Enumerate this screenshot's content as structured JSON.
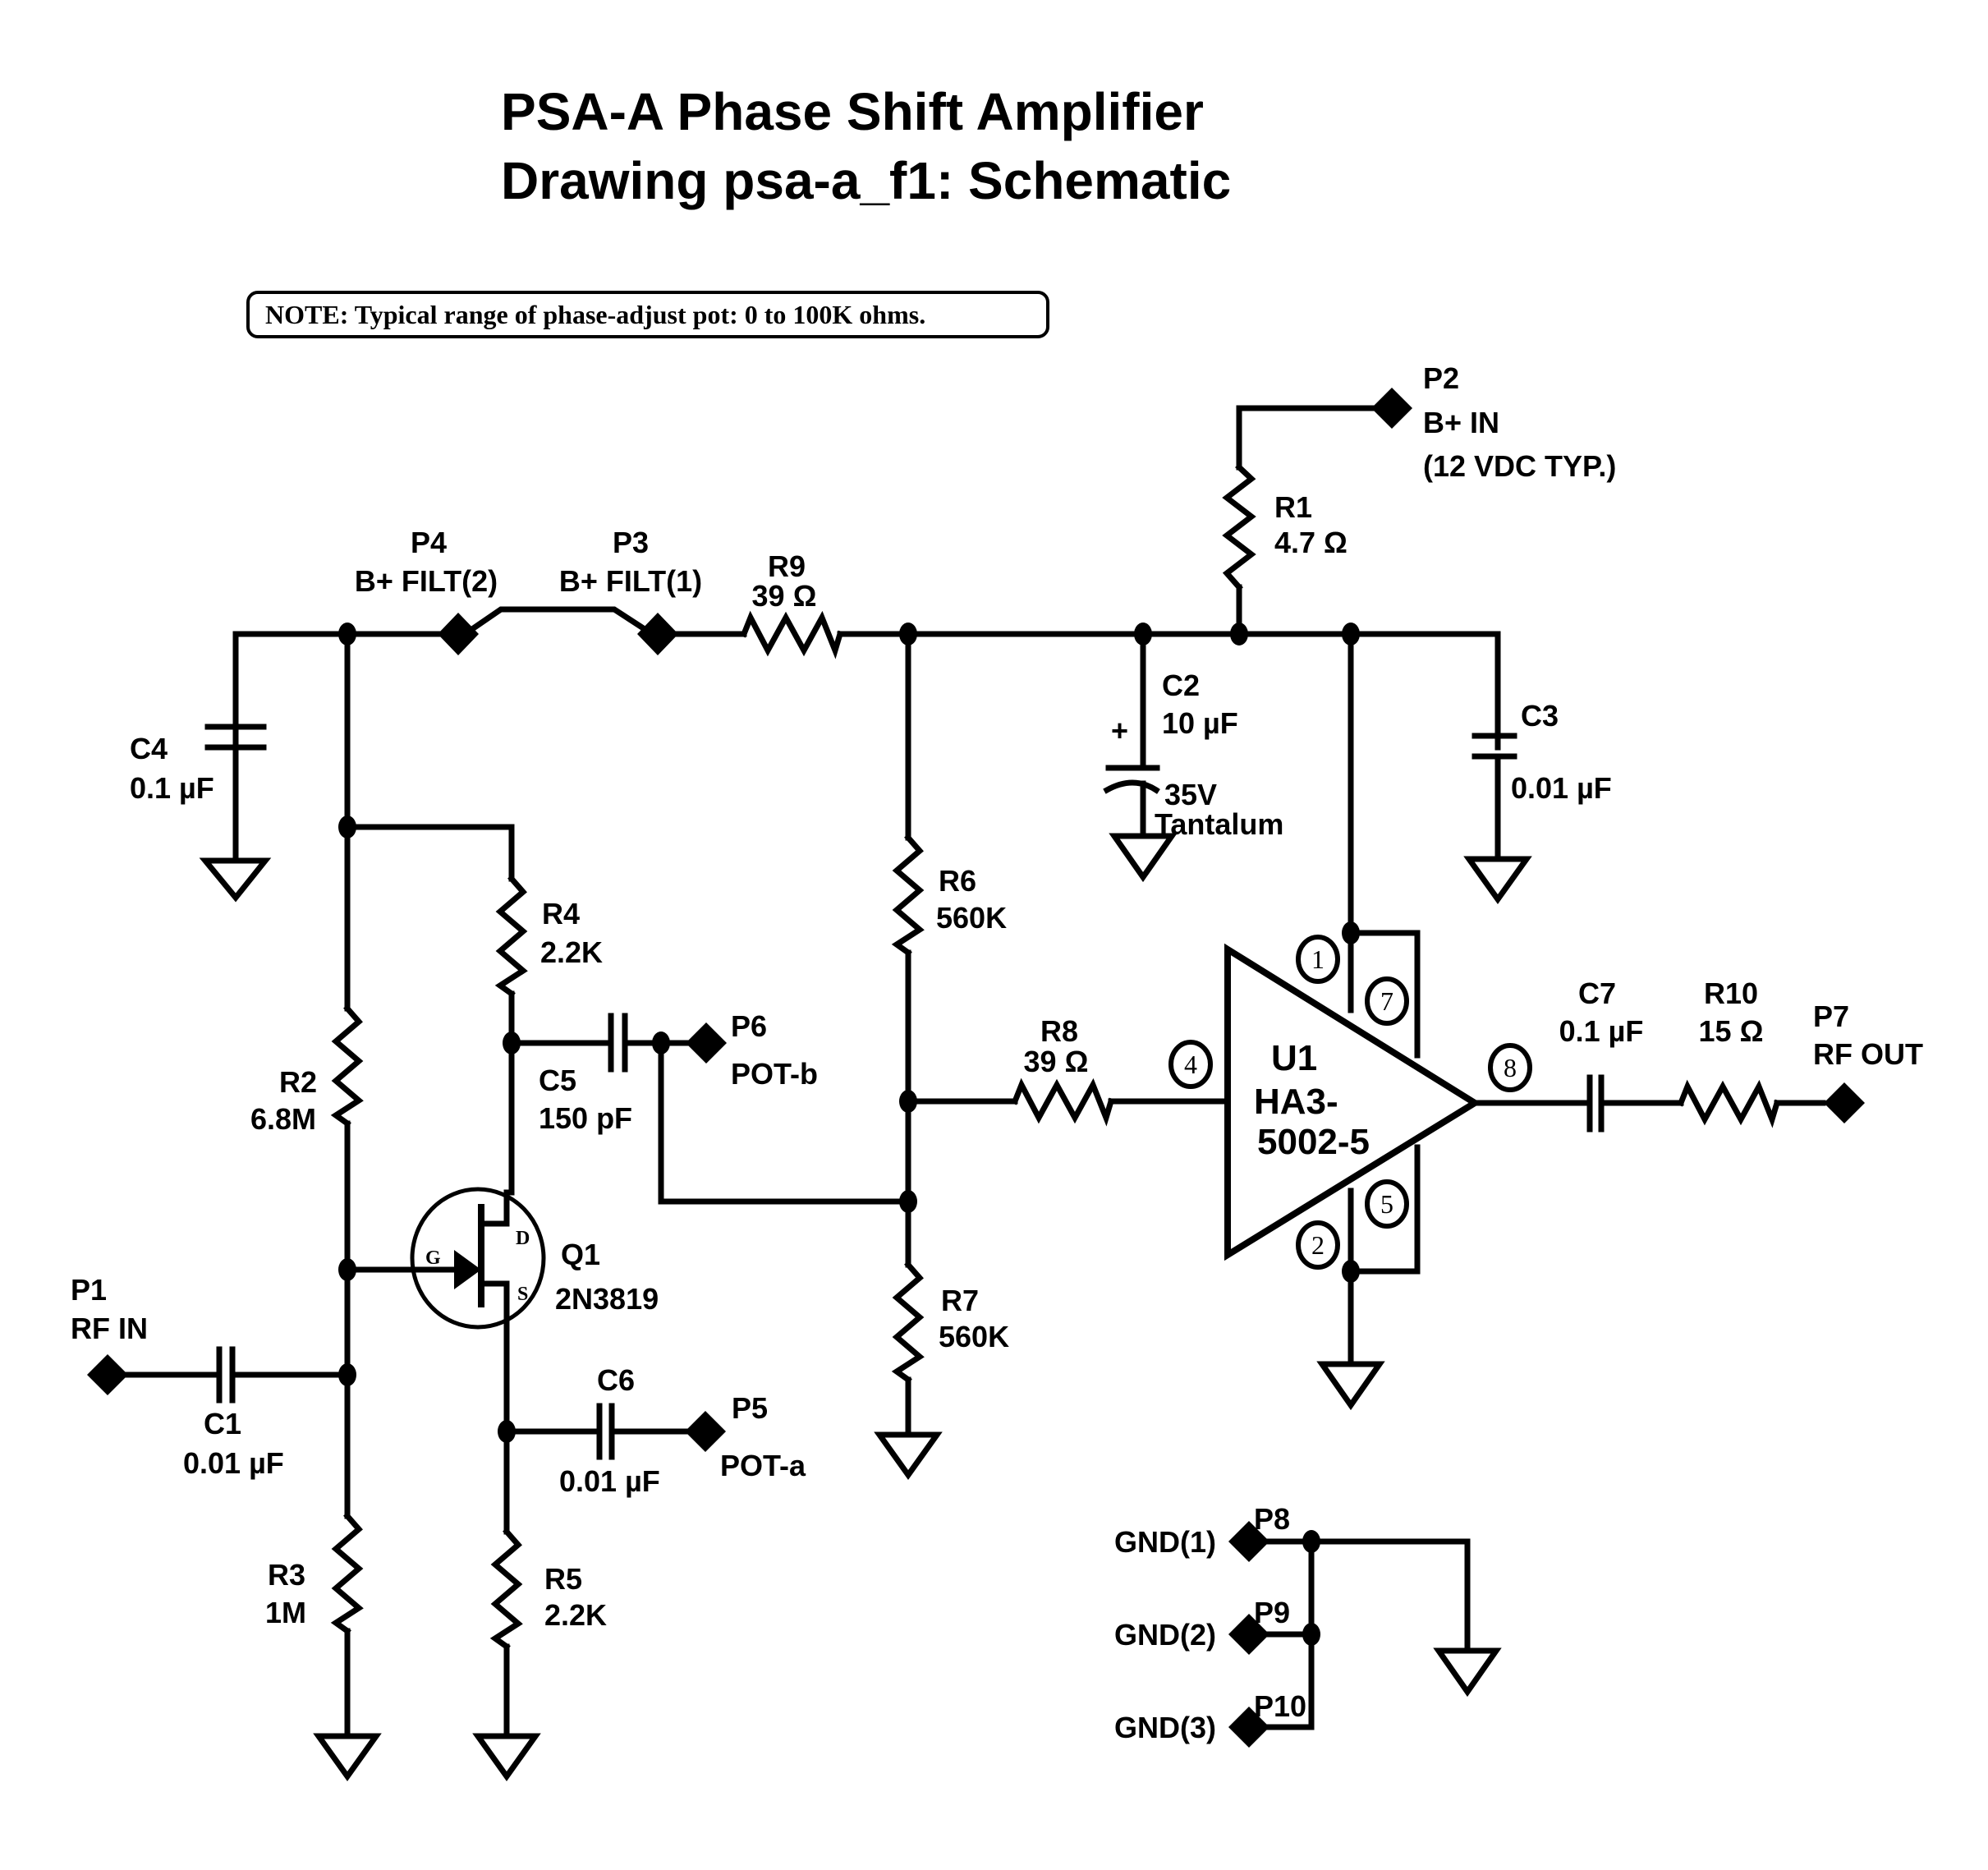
{
  "title": {
    "line1": "PSA-A  Phase  Shift  Amplifier",
    "line2": "Drawing psa-a_f1: Schematic"
  },
  "note": "NOTE:  Typical range of  phase-adjust pot: 0 to 100K ohms.",
  "ports": {
    "P1": {
      "ref": "P1",
      "label": "RF IN"
    },
    "P2": {
      "ref": "P2",
      "label": "B+ IN",
      "sublabel": "(12 VDC TYP.)"
    },
    "P3": {
      "ref": "P3",
      "label": "B+ FILT(1)"
    },
    "P4": {
      "ref": "P4",
      "label": "B+ FILT(2)"
    },
    "P5": {
      "ref": "P5",
      "label": "POT-a"
    },
    "P6": {
      "ref": "P6",
      "label": "POT-b"
    },
    "P7": {
      "ref": "P7",
      "label": "RF OUT"
    },
    "P8": {
      "ref": "P8",
      "label": "GND(1)"
    },
    "P9": {
      "ref": "P9",
      "label": "GND(2)"
    },
    "P10": {
      "ref": "P10",
      "label": "GND(3)"
    }
  },
  "resistors": {
    "R1": {
      "ref": "R1",
      "value": "4.7 Ω"
    },
    "R2": {
      "ref": "R2",
      "value": "6.8M"
    },
    "R3": {
      "ref": "R3",
      "value": "1M"
    },
    "R4": {
      "ref": "R4",
      "value": "2.2K"
    },
    "R5": {
      "ref": "R5",
      "value": "2.2K"
    },
    "R6": {
      "ref": "R6",
      "value": "560K"
    },
    "R7": {
      "ref": "R7",
      "value": "560K"
    },
    "R8": {
      "ref": "R8",
      "value": "39 Ω"
    },
    "R9": {
      "ref": "R9",
      "value": "39 Ω"
    },
    "R10": {
      "ref": "R10",
      "value": "15 Ω"
    }
  },
  "capacitors": {
    "C1": {
      "ref": "C1",
      "value": "0.01 µF"
    },
    "C2": {
      "ref": "C2",
      "value": "10 µF",
      "rating": "35V",
      "type": "Tantalum",
      "polarity": "+"
    },
    "C3": {
      "ref": "C3",
      "value": "0.01 µF"
    },
    "C4": {
      "ref": "C4",
      "value": "0.1 µF"
    },
    "C5": {
      "ref": "C5",
      "value": "150 pF"
    },
    "C6": {
      "ref": "C6",
      "value": "0.01 µF"
    },
    "C7": {
      "ref": "C7",
      "value": "0.1 µF"
    }
  },
  "transistor": {
    "ref": "Q1",
    "part": "2N3819",
    "pins": {
      "gate": "G",
      "drain": "D",
      "source": "S"
    }
  },
  "amplifier": {
    "ref": "U1",
    "part_line1": "HA3-",
    "part_line2": "5002-5",
    "pins": [
      "1",
      "7",
      "4",
      "8",
      "5",
      "2"
    ]
  }
}
